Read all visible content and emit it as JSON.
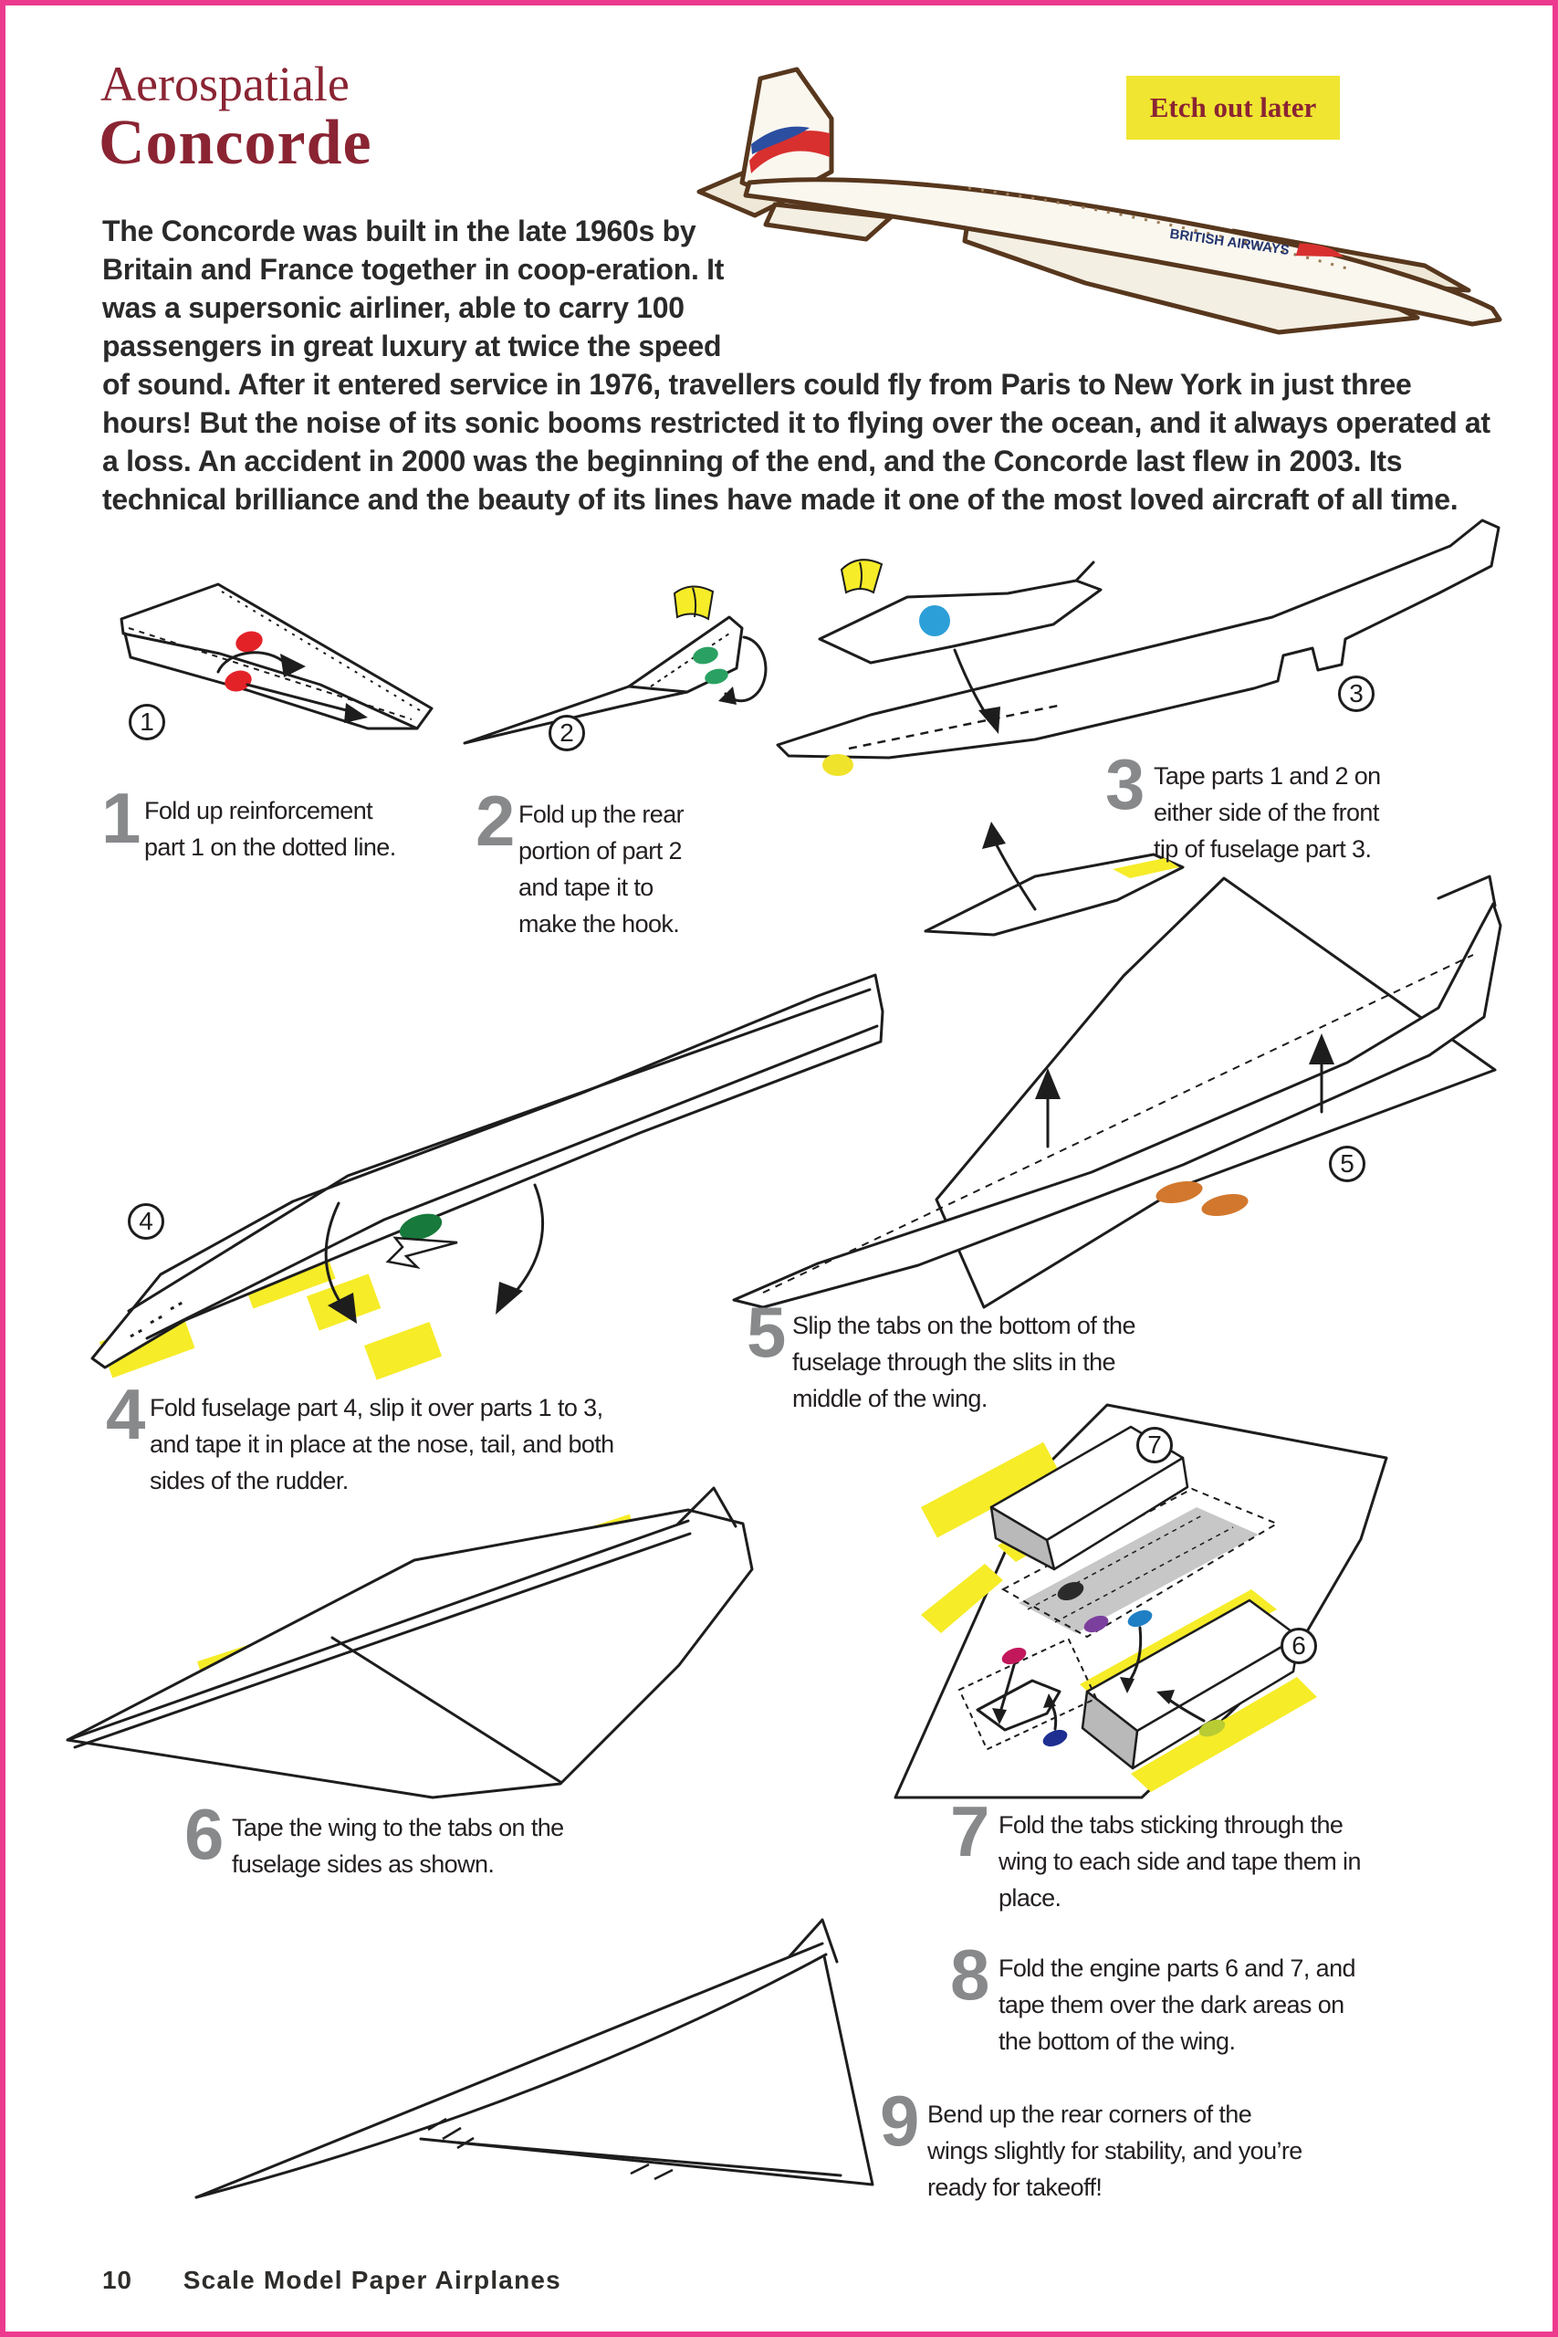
{
  "header": {
    "title_line1": "Aerospatiale",
    "title_line2": "Concorde",
    "badge": "Etch out later"
  },
  "hero": {
    "airline_text": "BRITISH AIRWAYS"
  },
  "intro": "The Concorde was built in the late 1960s by Britain and France together in coop-eration. It was a supersonic airliner, able to carry 100 passengers in great luxury at twice the speed of sound. After it entered service in 1976, travellers could fly from Paris to New York in just three hours! But the noise of its sonic booms restricted it to flying over the ocean, and it always operated at a loss. An accident in 2000 was the beginning of the end, and the Concorde last flew in 2003. Its technical brilliance and the beauty of its lines have made it one of the most loved aircraft of all time.",
  "steps": [
    {
      "num": "1",
      "text": "Fold up reinforcement part 1 on the dotted line."
    },
    {
      "num": "2",
      "text": "Fold up the rear portion of part 2 and tape it to make the hook."
    },
    {
      "num": "3",
      "text": "Tape parts 1 and 2 on either side of the front tip of fuselage part 3."
    },
    {
      "num": "4",
      "text": "Fold fuselage part 4, slip it over parts 1 to 3, and tape it in place at the nose, tail, and both sides of the rudder."
    },
    {
      "num": "5",
      "text": "Slip the tabs on the bottom of the fuselage through the slits in the middle of the wing."
    },
    {
      "num": "6",
      "text": "Tape the wing to the tabs on the fuselage sides as shown."
    },
    {
      "num": "7",
      "text": "Fold the tabs sticking through the wing to each side and tape them in place."
    },
    {
      "num": "8",
      "text": "Fold the engine parts 6 and 7, and tape them over the dark areas on the bottom of the wing."
    },
    {
      "num": "9",
      "text": "Bend up the rear corners of the wings slightly for stability, and you’re ready for takeoff!"
    }
  ],
  "circled": {
    "c1": "1",
    "c2": "2",
    "c3": "3",
    "c4": "4",
    "c5": "5",
    "c6": "6",
    "c7": "7"
  },
  "footer": {
    "page_number": "10",
    "book_title": "Scale Model Paper Airplanes"
  },
  "colors": {
    "border_pink": "#ec3a8e",
    "title_red": "#8a2433",
    "badge_yellow": "#f0e531",
    "tape_yellow": "#f6ec28",
    "step_number_gray": "#87898b"
  }
}
